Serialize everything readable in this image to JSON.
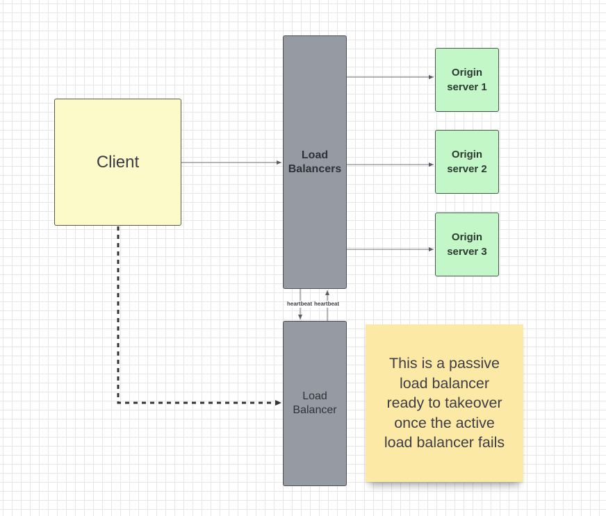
{
  "nodes": {
    "client": {
      "label": "Client",
      "fill": "#fbfac8"
    },
    "active_load_balancers": {
      "label": "Load\nBalancers",
      "fill": "#969aa3"
    },
    "passive_load_balancer": {
      "label": "Load\nBalancer",
      "fill": "#969aa3"
    },
    "origin_servers": [
      {
        "label": "Origin\nserver 1",
        "fill": "#c3f7c8"
      },
      {
        "label": "Origin\nserver 2",
        "fill": "#c3f7c8"
      },
      {
        "label": "Origin\nserver 3",
        "fill": "#c3f7c8"
      }
    ]
  },
  "edges": {
    "heartbeat_down_label": "heartbeat",
    "heartbeat_up_label": "heartbeat"
  },
  "sticky_note": {
    "text": "This is a passive\nload balancer\nready to takeover\nonce the active\nload balancer fails",
    "fill": "#fde9a6"
  }
}
